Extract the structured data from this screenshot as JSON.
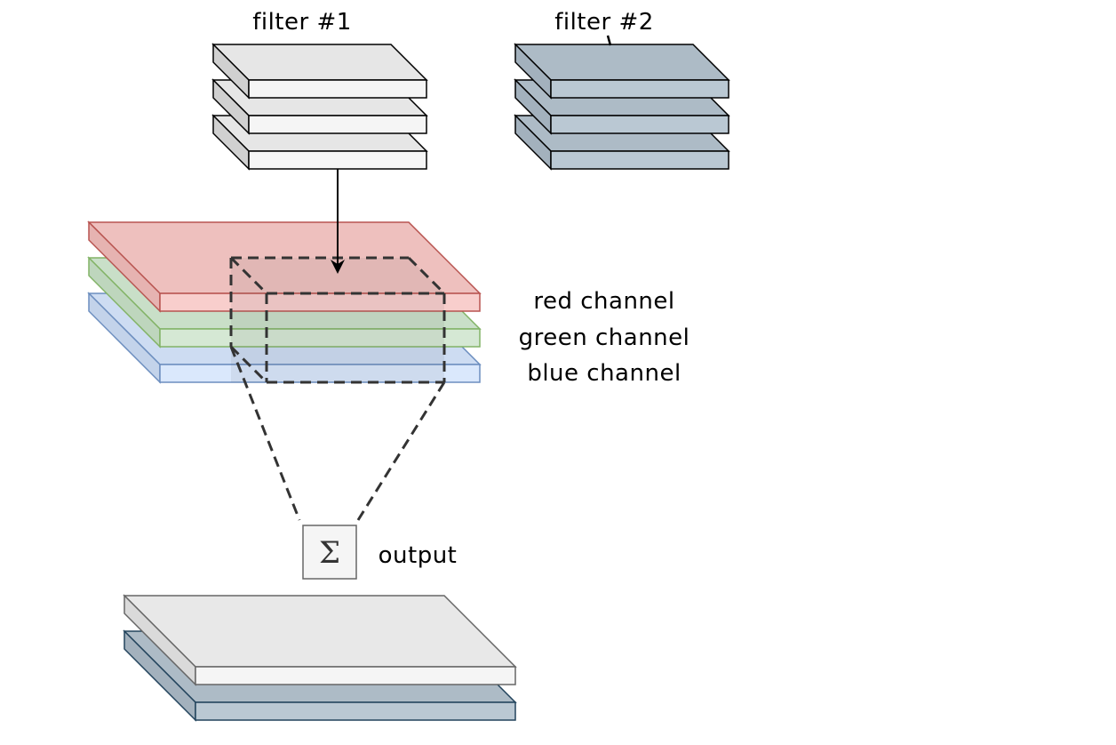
{
  "labels": {
    "filter1": "filter #1",
    "filter2": "filter #2",
    "red_channel": "red channel",
    "green_channel": "green channel",
    "blue_channel": "blue channel",
    "output": "output",
    "sum_symbol": "Σ"
  },
  "colors": {
    "filter1_fill": "#f5f5f5",
    "filter1_top": "#e6e6e6",
    "filter1_side": "#d0d0d0",
    "filter1_stroke": "#000000",
    "filter2_fill": "#bac8d3",
    "filter2_stroke": "#000000",
    "red_fill": "#f8cecc",
    "red_top": "#eec0be",
    "red_stroke": "#b85450",
    "green_fill": "#d5e8d4",
    "green_top": "#c9dfc8",
    "green_stroke": "#82b366",
    "blue_fill": "#dae8fc",
    "blue_top": "#cddcf2",
    "blue_stroke": "#6c8ebf",
    "window_stroke": "#333333",
    "arrow": "#000000",
    "sum_box_fill": "#f5f5f5",
    "sum_box_stroke": "#666666",
    "output_light_fill": "#f5f5f5",
    "output_light_stroke": "#666666",
    "output_dark_fill": "#bac8d3",
    "output_dark_stroke": "#23445d"
  }
}
